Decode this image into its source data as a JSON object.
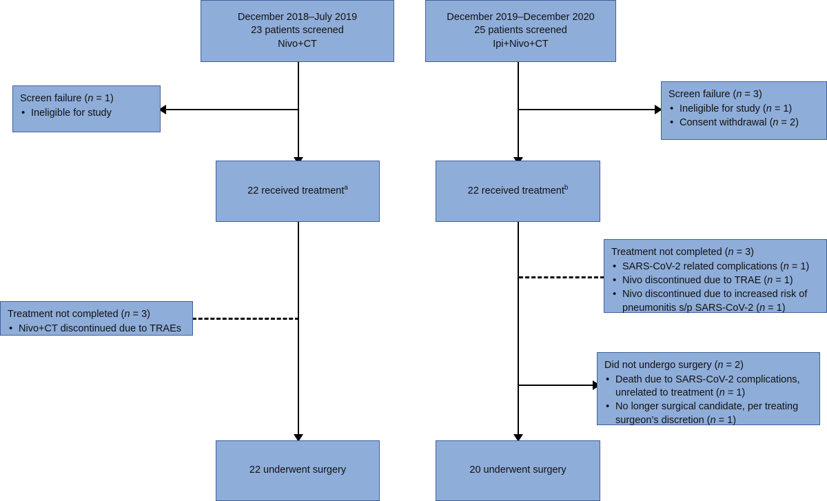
{
  "diagram": {
    "type": "consort-flow-diagram",
    "colors": {
      "box_fill": "#8fadd9",
      "box_border": "#3f5f99",
      "connector": "#000000",
      "background": "#ffffff"
    },
    "arms": [
      {
        "id": "arm-a",
        "label": "Nivo+CT arm"
      },
      {
        "id": "arm-b",
        "label": "Ipi+Nivo+CT arm"
      }
    ]
  },
  "arm_a": {
    "enrollment": {
      "line1": "December 2018–July 2019",
      "line2": "23 patients screened",
      "line3": "Nivo+CT"
    },
    "screen_failure": {
      "title": "Screen failure (",
      "title_n": "n",
      "title_eq": " = 1)",
      "items": [
        {
          "text": "Ineligible for study",
          "n_suffix": ""
        }
      ]
    },
    "treated": {
      "text": "22 received treatment",
      "footnote": "a"
    },
    "not_completed": {
      "title_pre": "Treatment not completed (",
      "title_n": "n",
      "title_post": " = 3)",
      "items": [
        {
          "text": "Nivo+CT discontinued due to TRAEs"
        }
      ]
    },
    "surgery": {
      "text": "22 underwent surgery"
    }
  },
  "arm_b": {
    "enrollment": {
      "line1": "December 2019–December 2020",
      "line2": "25 patients screened",
      "line3": "Ipi+Nivo+CT"
    },
    "screen_failure": {
      "title_pre": "Screen failure (",
      "title_n": "n",
      "title_post": " = 3)",
      "items": [
        {
          "text_pre": "Ineligible for study (",
          "n": "n",
          "text_post": " = 1)"
        },
        {
          "text_pre": "Consent withdrawal (",
          "n": "n",
          "text_post": " = 2)"
        }
      ]
    },
    "treated": {
      "text": "22 received treatment",
      "footnote": "b"
    },
    "not_completed": {
      "title_pre": "Treatment not completed (",
      "title_n": "n",
      "title_post": " = 3)",
      "items": [
        {
          "text_pre": "SARS-CoV-2 related complications (",
          "n": "n",
          "text_post": " = 1)"
        },
        {
          "text_pre": "Nivo discontinued due to TRAE (",
          "n": "n",
          "text_post": " = 1)"
        },
        {
          "text_pre": "Nivo discontinued due to increased risk of pneumonitis s/p SARS-CoV-2 (",
          "n": "n",
          "text_post": " = 1)"
        }
      ]
    },
    "no_surgery": {
      "title_pre": "Did not undergo surgery (",
      "title_n": "n",
      "title_post": " = 2)",
      "items": [
        {
          "text_pre": "Death due to SARS-CoV-2 complications, unrelated to treatment (",
          "n": "n",
          "text_post": " = 1)"
        },
        {
          "text_pre": "No longer surgical candidate, per treating surgeon’s discretion (",
          "n": "n",
          "text_post": " = 1)"
        }
      ]
    },
    "surgery": {
      "text": "20 underwent surgery"
    }
  }
}
